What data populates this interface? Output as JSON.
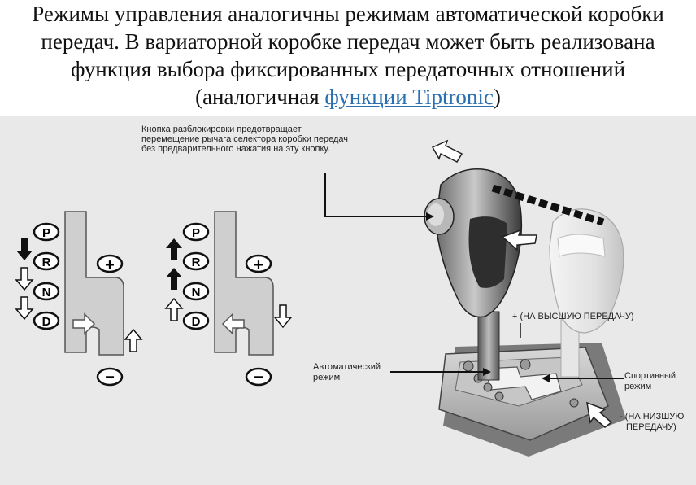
{
  "heading": {
    "line1": "Режимы управления аналогичны режимам автоматической коробки",
    "line2": "передач. В вариаторной коробке передач может быть реализована",
    "line3": "функция выбора фиксированных передаточных отношений",
    "line4_prefix": "(аналогичная ",
    "line4_link": "функции Tiptronic",
    "line4_suffix": ")"
  },
  "diagram": {
    "unlock_note": [
      "Кнопка разблокировки предотвращает",
      "перемещение рычага селектора коробки передач",
      "без предварительного нажатия на эту кнопку."
    ],
    "upshift_label": "+ (НА ВЫСШУЮ ПЕРЕДАЧУ)",
    "auto_mode_label": [
      "Автоматический",
      "режим"
    ],
    "sport_mode_label": [
      "Спортивный",
      "режим"
    ],
    "downshift_label": [
      "- (НА НИЗШУЮ",
      "ПЕРЕДАЧУ)"
    ],
    "gear_letters": [
      "P",
      "R",
      "N",
      "D"
    ],
    "plus_symbol": "+",
    "minus_symbol": "−",
    "colors": {
      "panel_bg": "#e9e9e9",
      "gate_fill": "#cfcfcf",
      "link": "#2a6fb0"
    }
  }
}
